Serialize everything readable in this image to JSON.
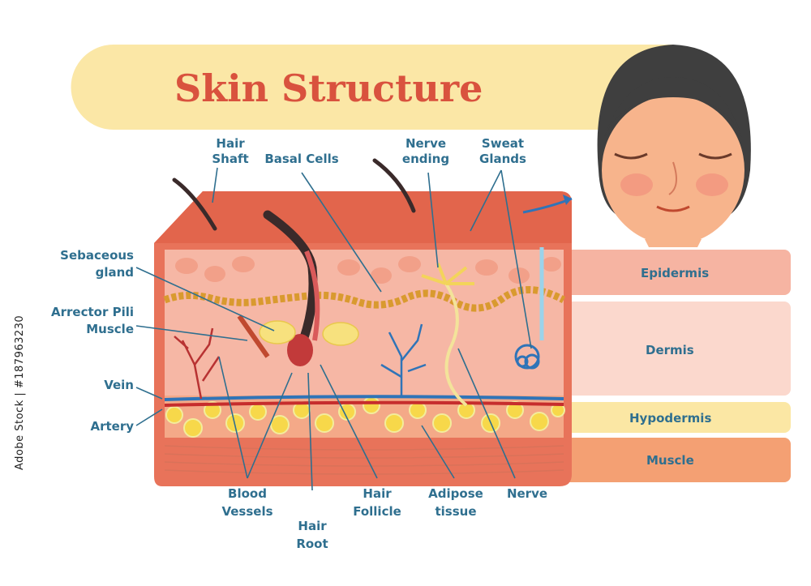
{
  "title": "Skin Structure",
  "labels": {
    "hair_shaft": [
      "Hair",
      "Shaft"
    ],
    "basal_cells": "Basal Cells",
    "nerve_ending": [
      "Nerve",
      "ending"
    ],
    "sweat_glands": [
      "Sweat",
      "Glands"
    ],
    "sebaceous_gland": [
      "Sebaceous",
      "gland"
    ],
    "arrector_pili": [
      "Arrector Pili",
      "Muscle"
    ],
    "vein": "Vein",
    "artery": "Artery",
    "blood_vessels": [
      "Blood",
      "Vessels"
    ],
    "hair_root": [
      "Hair",
      "Root"
    ],
    "hair_follicle": [
      "Hair",
      "Follicle"
    ],
    "adipose_tissue": [
      "Adipose",
      "tissue"
    ],
    "nerve": "Nerve"
  },
  "layers": [
    {
      "name": "Epidermis",
      "color": "#f6b4a2"
    },
    {
      "name": "Dermis",
      "color": "#fbd8cd"
    },
    {
      "name": "Hypodermis",
      "color": "#fbe7a4"
    },
    {
      "name": "Muscle",
      "color": "#f4a073"
    }
  ],
  "stock_id": "Adobe Stock | #187963230",
  "colors": {
    "title": "#d9523e",
    "label": "#2f6f8f",
    "title_banner": "#fbe7a6",
    "skin_top": "#e8735a",
    "dermis": "#f6b7a5",
    "fat": "#f7d84a",
    "muscle": "#e98a6c"
  }
}
